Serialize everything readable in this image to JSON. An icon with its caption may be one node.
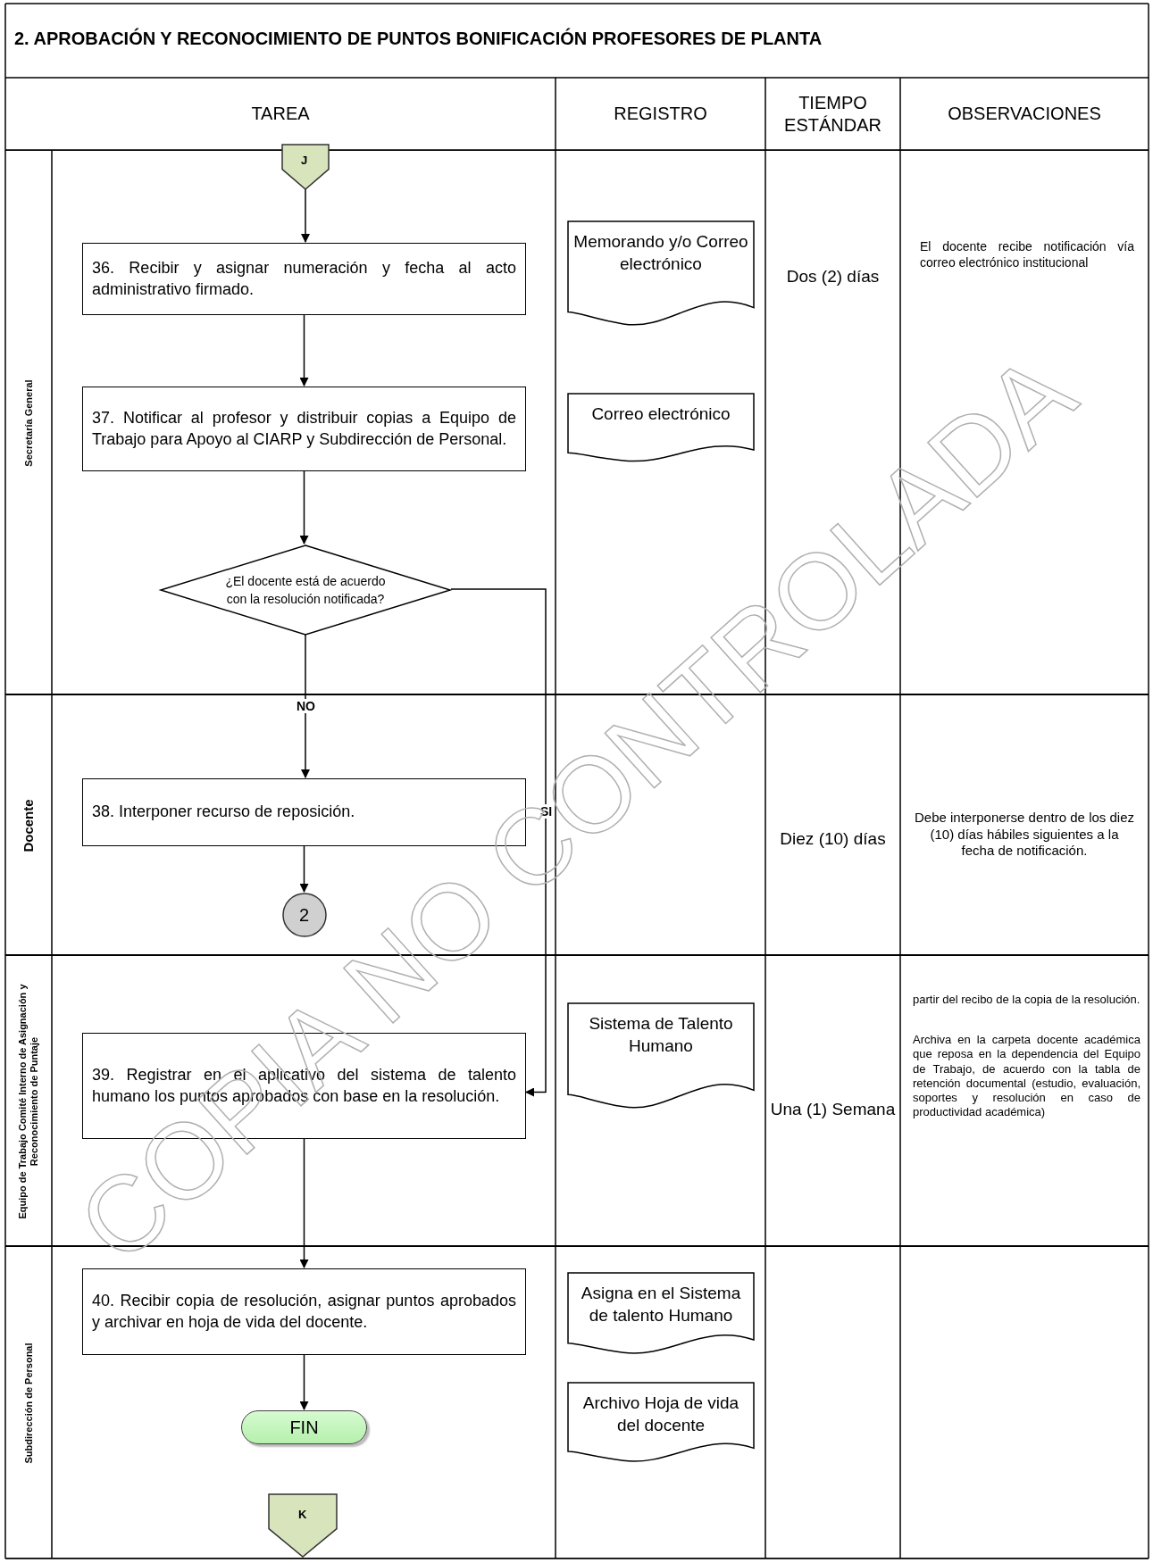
{
  "diagram": {
    "title": "2. APROBACIÓN Y RECONOCIMIENTO DE PUNTOS BONIFICACIÓN PROFESORES DE PLANTA",
    "nodes": [
      {
        "text": [
          "Secretaría General"
        ]
      },
      {
        "text": [
          "J"
        ],
        "in": 0
      },
      {
        "text": [
          "36. Recibir y asignar numeración y fecha al acto administrativo firmado."
        ],
        "in": 0
      },
      {
        "text": [
          "Memorando y/o Correo electrónico"
        ],
        "in": 0
      },
      {
        "text": [
          "37. Notificar al profesor y distribuir copias a Equipo de Trabajo para Apoyo al CIARP y Subdirección de Personal."
        ],
        "in": 0
      },
      {
        "text": [
          "Correo electrónico"
        ],
        "in": 0
      },
      {
        "text": [
          "¿El docente está de acuerdo con la resolución notificada?"
        ],
        "in": 0
      },
      {
        "text": [
          "Docente"
        ]
      },
      {
        "text": [
          "38. Interponer recurso de reposición."
        ],
        "in": 7
      },
      {
        "text": [
          "2"
        ],
        "in": 7
      },
      {
        "text": [
          "Equipo de Trabajo Comité Interno de Asignación y Reconocimiento de Puntaje"
        ]
      },
      {
        "text": [
          "Sistema de Talento Humano"
        ],
        "in": 10
      },
      {
        "text": [
          "39. Registrar en el aplicativo del sistema de talento humano los puntos aprobados con base en la resolución."
        ],
        "in": 10
      },
      {
        "text": [
          "Subdirección de Personal"
        ]
      },
      {
        "text": [
          "40. Recibir copia de resolución, asignar puntos aprobados y archivar en hoja de vida del docente."
        ],
        "in": 13
      },
      {
        "text": [
          "Asigna en el Sistema de talento Humano"
        ],
        "in": 13
      },
      {
        "text": [
          "Archivo Hoja de vida del docente"
        ],
        "in": 13
      },
      {
        "text": [
          "FIN"
        ],
        "in": 13
      },
      {
        "text": [
          "K"
        ],
        "in": 13
      }
    ],
    "edges": [
      {
        "from": 1,
        "to": 2,
        "arrow": "to"
      },
      {
        "from": 2,
        "to": 4,
        "arrow": "to"
      },
      {
        "from": 4,
        "to": 6,
        "arrow": "to"
      },
      {
        "from": 6,
        "to": 8,
        "arrow": "to",
        "label": "NO"
      },
      {
        "from": 6,
        "to": 12,
        "arrow": "to",
        "label": "SI"
      },
      {
        "from": 8,
        "to": 9,
        "arrow": "to"
      },
      {
        "from": 12,
        "to": 14,
        "arrow": "to"
      },
      {
        "from": 14,
        "to": 17,
        "arrow": "to"
      }
    ],
    "labels": [
      "TAREA",
      "REGISTRO",
      "TIEMPO ESTÁNDAR",
      "OBSERVACIONES",
      "Dos (2) días",
      "El docente recibe notificación vía correo electrónico institucional",
      "Diez (10) días",
      "Debe interponerse dentro de los diez (10) días hábiles siguientes a la fecha de notificación.",
      "Una (1) Semana",
      " partir del recibo de la copia de la resolución.",
      "Archiva en la carpeta docente académica que reposa en la dependencia del Equipo de Trabajo, de acuerdo con la tabla de retención documental (estudio, evaluación, soportes y resolución en caso de productividad académica)",
      "COPIA NO CONTROLADA"
    ]
  }
}
